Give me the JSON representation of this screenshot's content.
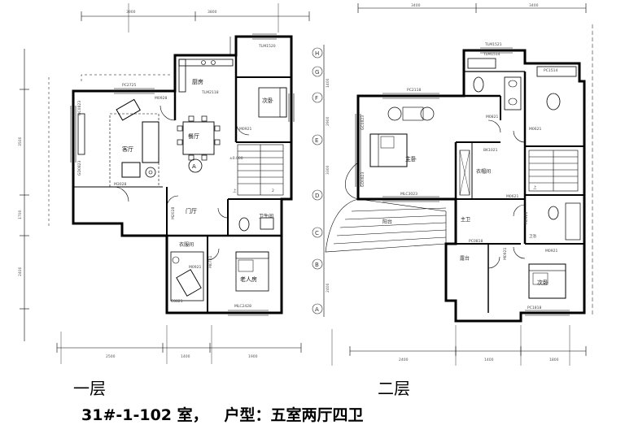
{
  "floor1": {
    "caption": "一层",
    "rooms": {
      "kitchen": "厨房",
      "bedroom_nw": "次卧",
      "dining": "餐厅",
      "living": "客厅",
      "foyer": "门厅",
      "toilet": "卫生间",
      "laundry": "衣服间",
      "elder_bedroom": "老人房",
      "axis_mark": "A"
    },
    "tags": {
      "w_kitchen": "M0928",
      "pc_living": "PC2725",
      "tlm_top": "TLM1520",
      "tlm_kitchen": "TLM2118",
      "m_bed": "M0921",
      "elev": "±0.000",
      "lc_left": "GC0823",
      "lc_left2": "GD0823",
      "m_living": "M3028",
      "m_foyer": "M2028",
      "m_toilet": "M0721",
      "m_laundry": "M0921",
      "lc_bottom": "MLC2428",
      "up": "上",
      "stair_num": "2",
      "c_low": "C0821"
    },
    "dims": {
      "top1": "3900",
      "top2": "3800",
      "bot1": "2500",
      "bot2": "1400",
      "bot3": "1900",
      "left1": "3500",
      "left2": "1700",
      "left3": "2400"
    }
  },
  "floor2": {
    "caption": "二层",
    "rooms": {
      "master": "主卧",
      "walkin": "衣帽间",
      "master_bath": "主卫",
      "bedroom_se": "次卧",
      "terrace": "露台",
      "stair_top": "上",
      "balcony": "阳台"
    },
    "tags": {
      "pc_master": "PC2118",
      "m_master": "M0821",
      "tlm_bath": "TLM1521",
      "pc_bath": "PC1514",
      "m_walk": "M0621",
      "m_walk2": "M0621",
      "lc_master": "MLC3023",
      "gc_left": "GC0823",
      "gd_left": "GD0823",
      "pc_terrace": "PC0818",
      "m_terrace": "M0921",
      "m_se": "M0921",
      "pc_bottom": "PC1818",
      "bath_lbl": "卫浴",
      "m_bath2": "M0921",
      "sm_lbl": "BK1021",
      "m_top": "TLM1514"
    },
    "axes": [
      "H",
      "G",
      "F",
      "E",
      "D",
      "C",
      "B",
      "A"
    ],
    "dims": {
      "top1": "3400",
      "top2": "3400",
      "bot1": "2400",
      "bot2": "1400",
      "bot3": "1800",
      "left1": "1400",
      "left2": "2900",
      "left3": "3300",
      "left4": "2400"
    }
  },
  "info": {
    "unit": "31#-1-102 室，",
    "type": "户型：五室两厅四卫"
  }
}
